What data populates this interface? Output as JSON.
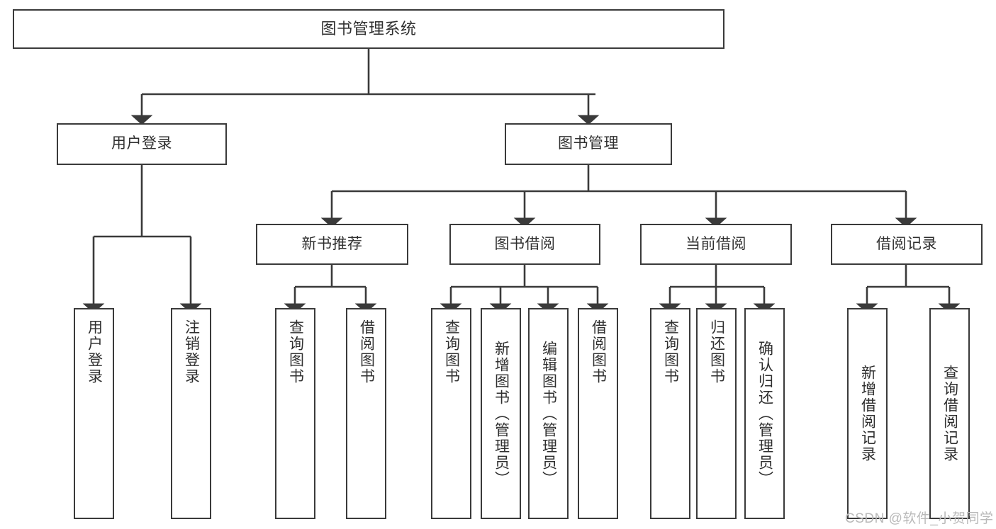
{
  "diagram": {
    "type": "tree-hierarchy",
    "title": "图书管理系统",
    "stroke_color": "#3a3a3a",
    "text_color": "#2f2f2f",
    "background": "#ffffff",
    "watermark": "CSDN @软件_小贺同学"
  },
  "nodes": {
    "root": {
      "label": "图书管理系统"
    },
    "level2": [
      {
        "label": "用户登录"
      },
      {
        "label": "图书管理"
      }
    ],
    "level3": [
      {
        "label": "新书推荐"
      },
      {
        "label": "图书借阅"
      },
      {
        "label": "当前借阅"
      },
      {
        "label": "借阅记录"
      }
    ],
    "leaves": {
      "user_login": [
        {
          "label": "用户登录"
        },
        {
          "label": "注销登录"
        }
      ],
      "new_book_recommend": [
        {
          "label": "查询图书"
        },
        {
          "label": "借阅图书"
        }
      ],
      "book_borrow": [
        {
          "label": "查询图书"
        },
        {
          "label": "新增图书（管理员）"
        },
        {
          "label": "编辑图书（管理员）"
        },
        {
          "label": "借阅图书"
        }
      ],
      "current_borrow": [
        {
          "label": "查询图书"
        },
        {
          "label": "归还图书"
        },
        {
          "label": "确认归还（管理员）"
        }
      ],
      "borrow_records": [
        {
          "label": "新增借阅记录"
        },
        {
          "label": "查询借阅记录"
        }
      ]
    }
  }
}
